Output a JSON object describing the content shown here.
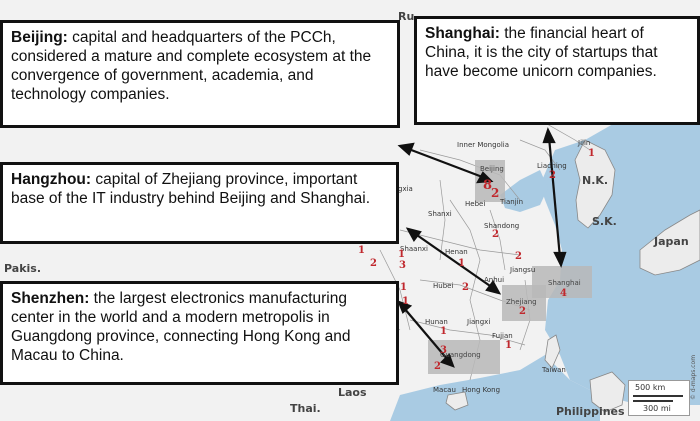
{
  "map": {
    "land_color": "#ececec",
    "sea_color": "#a9cbe3",
    "highlight_color": "#b9b9b9",
    "number_color": "#c0282d",
    "country_labels": [
      "Ru",
      "N.K.",
      "S.K.",
      "Japan",
      "Pakis.",
      "Laos",
      "Thai.",
      "Philippines"
    ],
    "province_labels": [
      "Inner Mongolia",
      "Jilin",
      "Liaoning",
      "Beijing",
      "Hebei",
      "Tianjin",
      "Shanxi",
      "Shandong",
      "Shaanxi",
      "Henan",
      "Jiangsu",
      "Anhui",
      "Hubei",
      "Zhejiang",
      "Hunan",
      "Jiangxi",
      "Fujian",
      "Guangdong",
      "Macau",
      "Hong Kong",
      "Taiwan",
      "Shanghai",
      "gxia"
    ],
    "counts": [
      {
        "place": "Beijing",
        "value": "8"
      },
      {
        "place": "Beijing",
        "value": "2"
      },
      {
        "place": "Jilin",
        "value": "1"
      },
      {
        "place": "Liaoning",
        "value": "2"
      },
      {
        "place": "Shandong",
        "value": "2"
      },
      {
        "place": "Jiangsu",
        "value": "2"
      },
      {
        "place": "Shanghai",
        "value": "4"
      },
      {
        "place": "Zhejiang",
        "value": "2"
      },
      {
        "place": "Guangdong",
        "value": "2"
      },
      {
        "place": "Guangdong",
        "value": "3"
      },
      {
        "place": "Shaanxi",
        "value": "1"
      },
      {
        "place": "Shaanxi",
        "value": "3"
      },
      {
        "place": "Henan",
        "value": "1"
      },
      {
        "place": "Hubei",
        "value": "2"
      },
      {
        "place": "Hunan",
        "value": "1"
      },
      {
        "place": "Fujian",
        "value": "1"
      },
      {
        "place": "Sichuan",
        "value": "1"
      },
      {
        "place": "Sichuan",
        "value": "2"
      },
      {
        "place": "Chongqing",
        "value": "1"
      },
      {
        "place": "Jiangxi",
        "value": "1"
      }
    ],
    "scale_km": "500 km",
    "scale_mi": "300 mi",
    "credit": "© d-maps.com"
  },
  "callouts": {
    "beijing": {
      "name": "Beijing:",
      "text": " capital and headquarters of the PCCh, considered a mature and complete ecosystem at the convergence of government, academia, and technology companies."
    },
    "shanghai": {
      "name": "Shanghai:",
      "text": " the financial heart of China, it is the city of startups that have become unicorn companies."
    },
    "hangzhou": {
      "name": "Hangzhou:",
      "text": " capital of Zhejiang province, important base of the IT industry behind Beijing and Shanghai."
    },
    "shenzhen": {
      "name": "Shenzhen:",
      "text": " the largest electronics manufacturing center in the world and a modern metropolis in Guangdong province, connecting Hong Kong and Macau to China."
    }
  }
}
